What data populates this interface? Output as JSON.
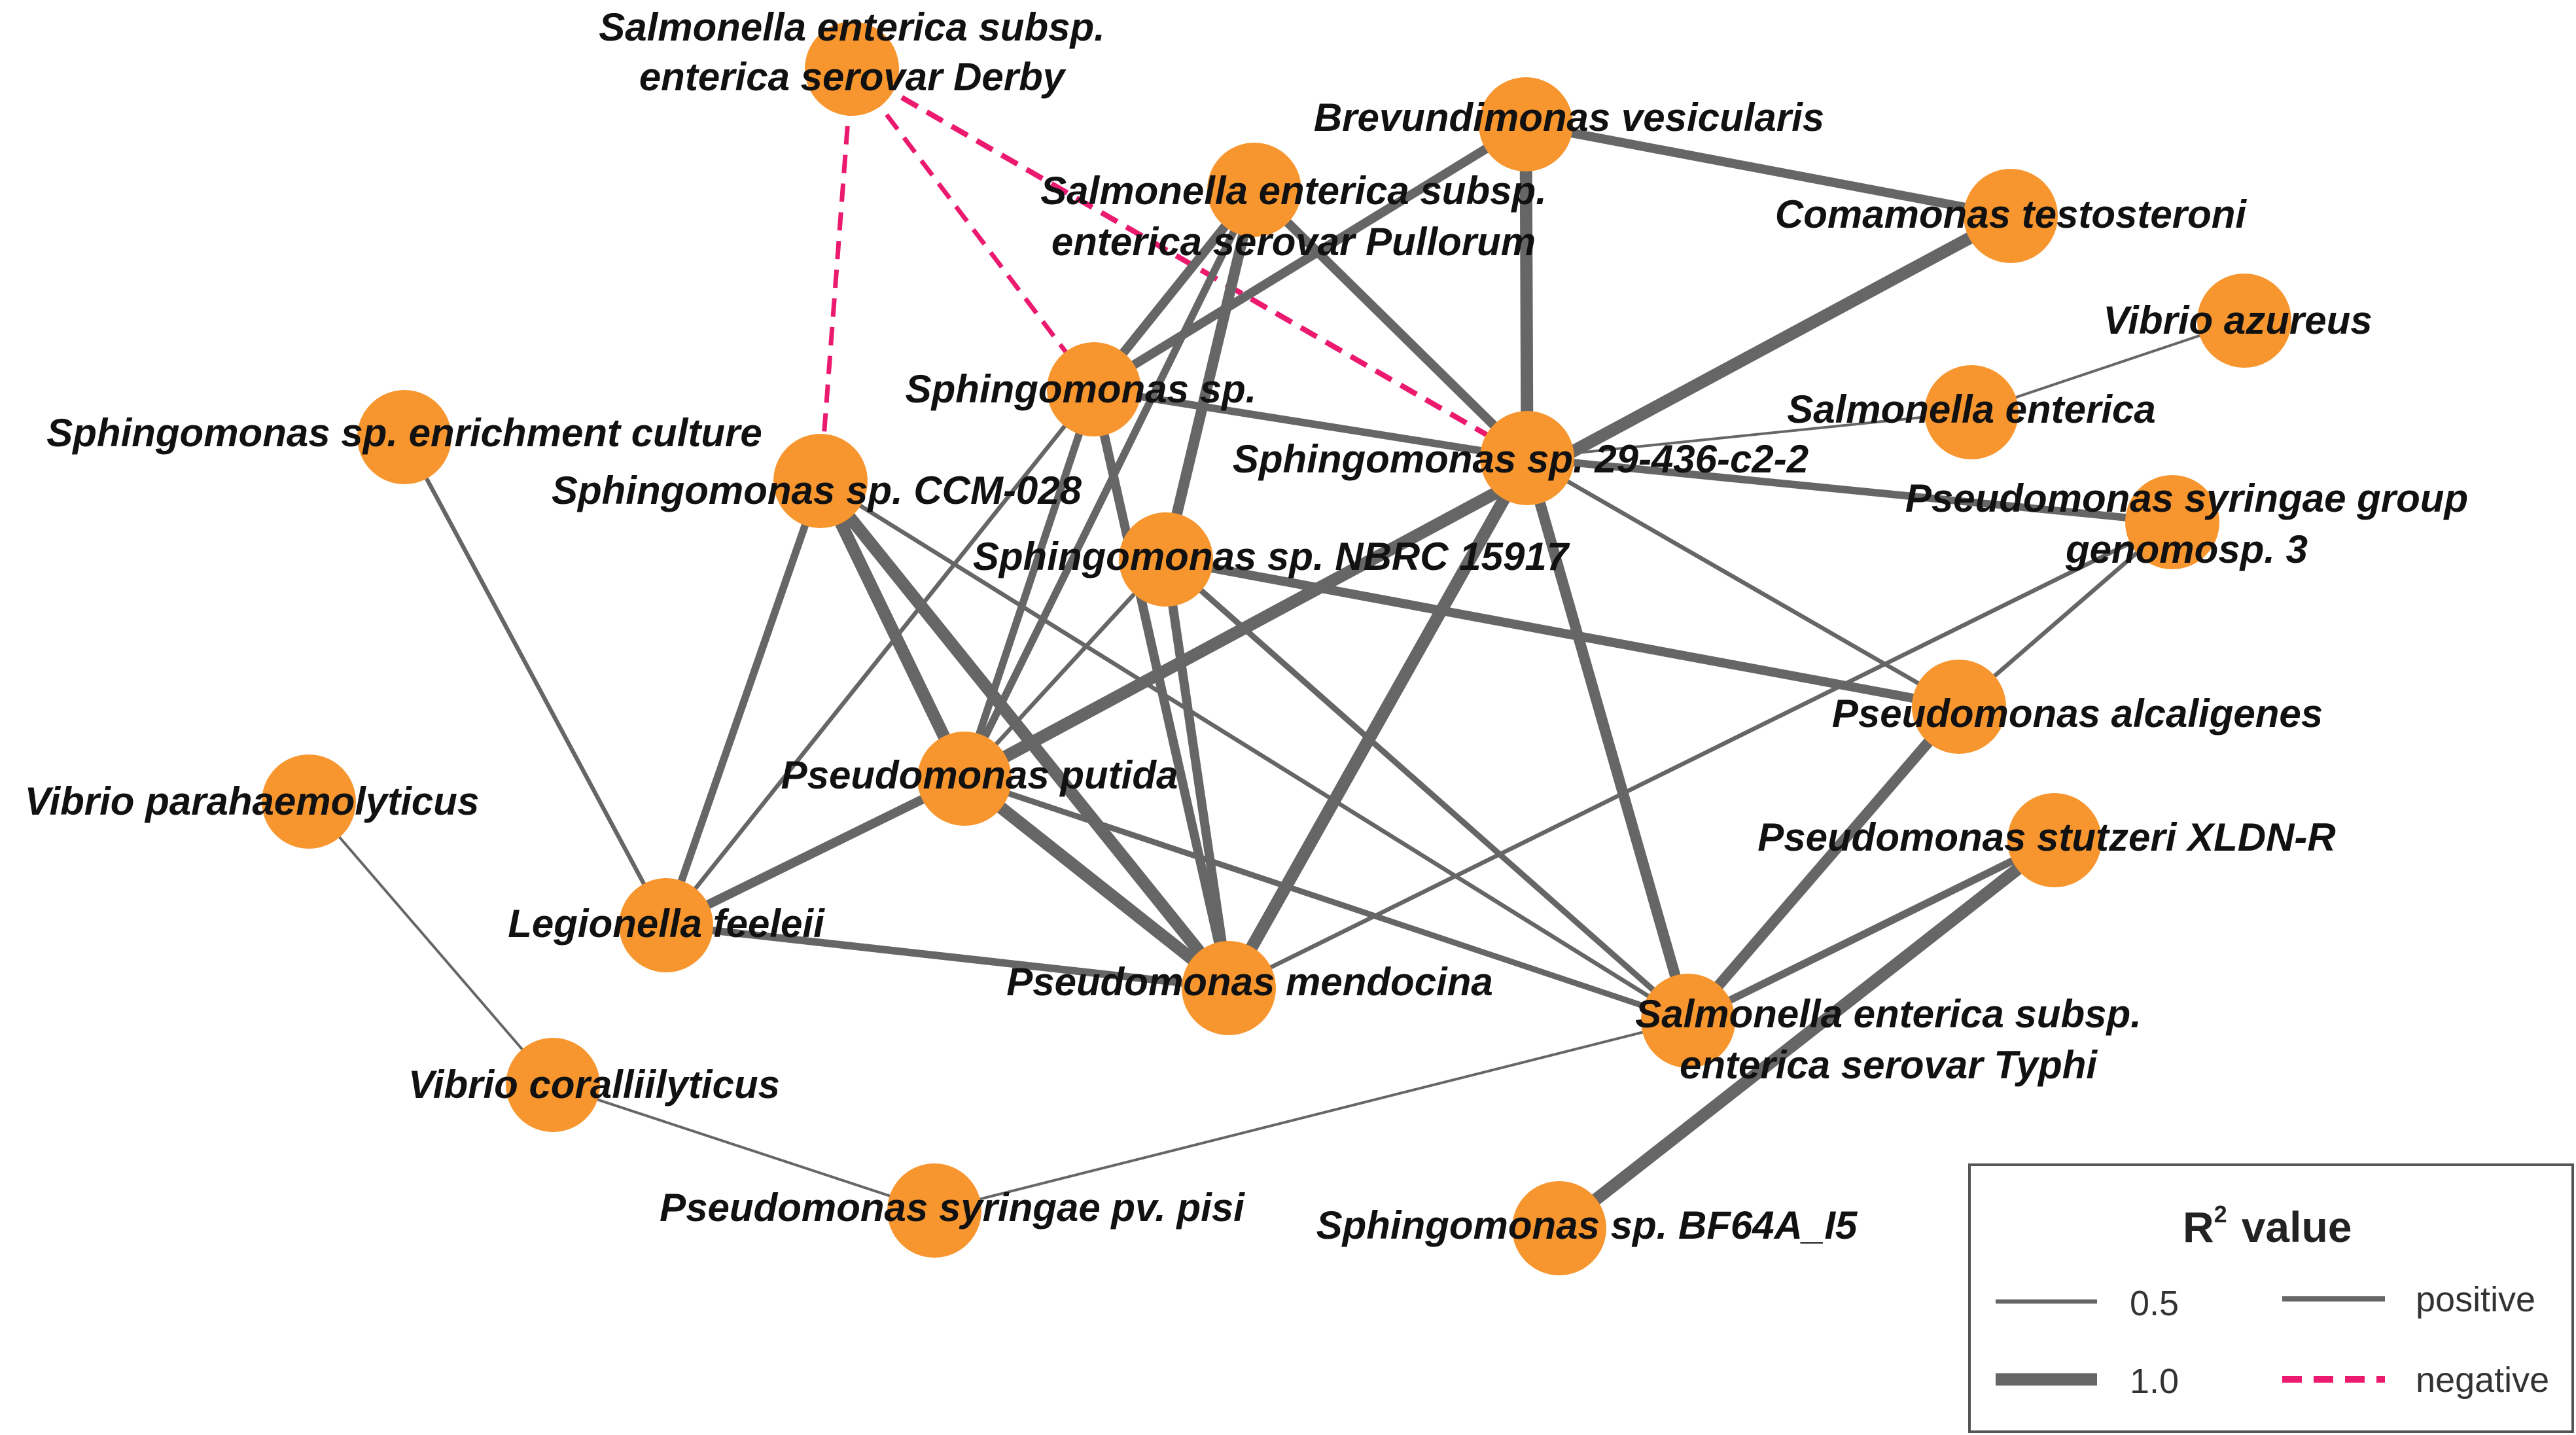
{
  "colors": {
    "node": "#F7962F",
    "positive_edge": "#666666",
    "negative_edge": "#EB1A6F",
    "background": "#FFFFFF"
  },
  "nodes": [
    {
      "id": "derby",
      "lines": [
        "Salmonella enterica subsp.",
        "enterica serovar Derby"
      ]
    },
    {
      "id": "brevundimonas",
      "lines": [
        "Brevundimonas vesicularis"
      ]
    },
    {
      "id": "pullorum",
      "lines": [
        "Salmonella enterica subsp.",
        "enterica serovar Pullorum"
      ]
    },
    {
      "id": "comamonas",
      "lines": [
        "Comamonas testosteroni"
      ]
    },
    {
      "id": "vibrio_azureus",
      "lines": [
        "Vibrio azureus"
      ]
    },
    {
      "id": "sphingo_sp",
      "lines": [
        "Sphingomonas sp."
      ]
    },
    {
      "id": "salmonella_enterica",
      "lines": [
        "Salmonella enterica"
      ]
    },
    {
      "id": "sphingo_enrich",
      "lines": [
        "Sphingomonas sp. enrichment culture"
      ]
    },
    {
      "id": "sphingo_29",
      "lines": [
        "Sphingomonas sp. 29-436-c2-2"
      ]
    },
    {
      "id": "sphingo_ccm",
      "lines": [
        "Sphingomonas sp. CCM-028"
      ]
    },
    {
      "id": "ps_syringae_group",
      "lines": [
        "Pseudomonas syringae group",
        "genomosp. 3"
      ]
    },
    {
      "id": "sphingo_nbrc",
      "lines": [
        "Sphingomonas sp. NBRC 15917"
      ]
    },
    {
      "id": "ps_alcaligenes",
      "lines": [
        "Pseudomonas alcaligenes"
      ]
    },
    {
      "id": "vibrio_para",
      "lines": [
        "Vibrio parahaemolyticus"
      ]
    },
    {
      "id": "ps_putida",
      "lines": [
        "Pseudomonas putida"
      ]
    },
    {
      "id": "ps_stutzeri",
      "lines": [
        "Pseudomonas stutzeri XLDN-R"
      ]
    },
    {
      "id": "legionella",
      "lines": [
        "Legionella feeleii"
      ]
    },
    {
      "id": "ps_mendocina",
      "lines": [
        "Pseudomonas mendocina"
      ]
    },
    {
      "id": "typhi",
      "lines": [
        "Salmonella enterica subsp.",
        "enterica serovar Typhi"
      ]
    },
    {
      "id": "vibrio_coral",
      "lines": [
        "Vibrio coralliilyticus"
      ]
    },
    {
      "id": "ps_syringae_pisi",
      "lines": [
        "Pseudomonas syringae pv. pisi"
      ]
    },
    {
      "id": "sphingo_bf64",
      "lines": [
        "Sphingomonas sp. BF64A_I5"
      ]
    }
  ],
  "edges": [
    {
      "source": "derby",
      "target": "sphingo_ccm",
      "sign": "negative",
      "r2": 0.5
    },
    {
      "source": "derby",
      "target": "sphingo_sp",
      "sign": "negative",
      "r2": 0.5
    },
    {
      "source": "derby",
      "target": "sphingo_29",
      "sign": "negative",
      "r2": 0.9
    },
    {
      "source": "brevundimonas",
      "target": "comamonas",
      "sign": "positive",
      "r2": 0.8
    },
    {
      "source": "brevundimonas",
      "target": "sphingo_29",
      "sign": "positive",
      "r2": 1.0
    },
    {
      "source": "brevundimonas",
      "target": "sphingo_sp",
      "sign": "positive",
      "r2": 0.8
    },
    {
      "source": "pullorum",
      "target": "sphingo_sp",
      "sign": "positive",
      "r2": 0.8
    },
    {
      "source": "pullorum",
      "target": "sphingo_nbrc",
      "sign": "positive",
      "r2": 0.9
    },
    {
      "source": "pullorum",
      "target": "sphingo_29",
      "sign": "positive",
      "r2": 0.8
    },
    {
      "source": "pullorum",
      "target": "ps_putida",
      "sign": "positive",
      "r2": 0.7
    },
    {
      "source": "comamonas",
      "target": "ps_putida",
      "sign": "positive",
      "r2": 1.0
    },
    {
      "source": "vibrio_azureus",
      "target": "salmonella_enterica",
      "sign": "positive",
      "r2": 0.4
    },
    {
      "source": "sphingo_sp",
      "target": "sphingo_29",
      "sign": "positive",
      "r2": 0.7
    },
    {
      "source": "sphingo_sp",
      "target": "ps_putida",
      "sign": "positive",
      "r2": 0.7
    },
    {
      "source": "sphingo_sp",
      "target": "ps_mendocina",
      "sign": "positive",
      "r2": 0.8
    },
    {
      "source": "sphingo_sp",
      "target": "legionella",
      "sign": "positive",
      "r2": 0.5
    },
    {
      "source": "salmonella_enterica",
      "target": "sphingo_29",
      "sign": "positive",
      "r2": 0.4
    },
    {
      "source": "sphingo_enrich",
      "target": "legionella",
      "sign": "positive",
      "r2": 0.5
    },
    {
      "source": "sphingo_29",
      "target": "ps_syringae_group",
      "sign": "positive",
      "r2": 0.7
    },
    {
      "source": "sphingo_29",
      "target": "ps_alcaligenes",
      "sign": "positive",
      "r2": 0.5
    },
    {
      "source": "sphingo_29",
      "target": "ps_mendocina",
      "sign": "positive",
      "r2": 1.0
    },
    {
      "source": "sphingo_29",
      "target": "typhi",
      "sign": "positive",
      "r2": 0.9
    },
    {
      "source": "sphingo_ccm",
      "target": "legionella",
      "sign": "positive",
      "r2": 0.7
    },
    {
      "source": "sphingo_ccm",
      "target": "ps_putida",
      "sign": "positive",
      "r2": 1.0
    },
    {
      "source": "sphingo_ccm",
      "target": "ps_mendocina",
      "sign": "positive",
      "r2": 1.0
    },
    {
      "source": "sphingo_ccm",
      "target": "typhi",
      "sign": "positive",
      "r2": 0.5
    },
    {
      "source": "ps_syringae_group",
      "target": "ps_mendocina",
      "sign": "positive",
      "r2": 0.5
    },
    {
      "source": "ps_syringae_group",
      "target": "ps_alcaligenes",
      "sign": "positive",
      "r2": 0.5
    },
    {
      "source": "sphingo_nbrc",
      "target": "ps_putida",
      "sign": "positive",
      "r2": 0.5
    },
    {
      "source": "sphingo_nbrc",
      "target": "ps_mendocina",
      "sign": "positive",
      "r2": 0.8
    },
    {
      "source": "sphingo_nbrc",
      "target": "ps_alcaligenes",
      "sign": "positive",
      "r2": 0.8
    },
    {
      "source": "sphingo_nbrc",
      "target": "typhi",
      "sign": "positive",
      "r2": 0.6
    },
    {
      "source": "ps_alcaligenes",
      "target": "typhi",
      "sign": "positive",
      "r2": 0.9
    },
    {
      "source": "ps_putida",
      "target": "legionella",
      "sign": "positive",
      "r2": 0.8
    },
    {
      "source": "ps_putida",
      "target": "ps_mendocina",
      "sign": "positive",
      "r2": 1.0
    },
    {
      "source": "ps_putida",
      "target": "typhi",
      "sign": "positive",
      "r2": 0.6
    },
    {
      "source": "legionella",
      "target": "ps_mendocina",
      "sign": "positive",
      "r2": 0.7
    },
    {
      "source": "vibrio_para",
      "target": "vibrio_coral",
      "sign": "positive",
      "r2": 0.4
    },
    {
      "source": "vibrio_coral",
      "target": "ps_syringae_pisi",
      "sign": "positive",
      "r2": 0.4
    },
    {
      "source": "ps_syringae_pisi",
      "target": "typhi",
      "sign": "positive",
      "r2": 0.4
    },
    {
      "source": "ps_stutzeri",
      "target": "sphingo_bf64",
      "sign": "positive",
      "r2": 1.0
    },
    {
      "source": "ps_stutzeri",
      "target": "typhi",
      "sign": "positive",
      "r2": 0.7
    }
  ],
  "legend": {
    "title_main": "R",
    "title_sup": "2",
    "title_rest": "value",
    "width_items": [
      {
        "label": "0.5",
        "r2": 0.5
      },
      {
        "label": "1.0",
        "r2": 1.0
      }
    ],
    "sign_items": [
      {
        "label": "positive",
        "sign": "positive"
      },
      {
        "label": "negative",
        "sign": "negative"
      }
    ]
  }
}
